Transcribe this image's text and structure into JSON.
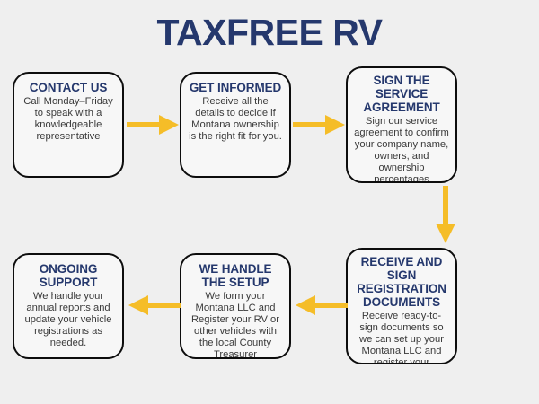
{
  "title": "TAXFREE RV",
  "colors": {
    "background": "#efefef",
    "heading_navy": "#25386d",
    "arrow_gold": "#f5bd28",
    "box_border": "#0d0d0d",
    "box_fill": "#f7f7f7",
    "body_text": "#3a3a3a"
  },
  "flow": {
    "steps": [
      {
        "id": 1,
        "title": "CONTACT US",
        "body": "Call Monday–Friday to speak with a knowledgeable representative"
      },
      {
        "id": 2,
        "title": "GET INFORMED",
        "body": "Receive all the details to decide if Montana ownership is the right fit for you."
      },
      {
        "id": 3,
        "title": "SIGN THE SERVICE AGREEMENT",
        "body": "Sign our service agreement to confirm your company name, owners, and ownership percentages"
      },
      {
        "id": 4,
        "title": "RECEIVE AND SIGN REGISTRATION DOCUMENTS",
        "body": "Receive ready-to-sign documents so we can set up your Montana LLC and register your vehicle(s)"
      },
      {
        "id": 5,
        "title": "WE HANDLE THE SETUP",
        "body": "We form your Montana LLC and Register your RV or other vehicles with the local County Treasurer"
      },
      {
        "id": 6,
        "title": "ONGOING SUPPORT",
        "body": "We handle your annual reports and update your vehicle registrations as needed."
      }
    ],
    "connectors": [
      {
        "id": 1,
        "from": 1,
        "to": 2,
        "direction": "right"
      },
      {
        "id": 2,
        "from": 2,
        "to": 3,
        "direction": "right"
      },
      {
        "id": 3,
        "from": 3,
        "to": 4,
        "direction": "down"
      },
      {
        "id": 4,
        "from": 4,
        "to": 5,
        "direction": "left"
      },
      {
        "id": 5,
        "from": 5,
        "to": 6,
        "direction": "left"
      }
    ]
  }
}
